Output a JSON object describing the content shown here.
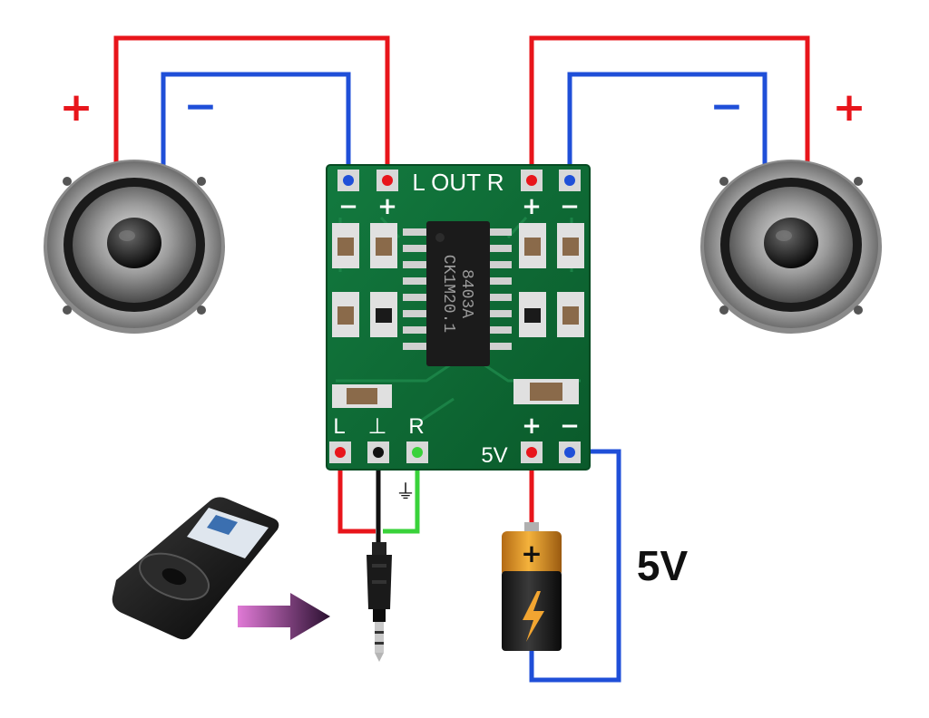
{
  "board": {
    "label_out": "L OUT R",
    "pin_left_minus": "−",
    "pin_left_plus": "+",
    "pin_right_plus": "+",
    "pin_right_minus": "−",
    "input_l": "L",
    "input_gnd": "⊥",
    "input_r": "R",
    "supply_label": "5V",
    "supply_plus": "+",
    "supply_minus": "−",
    "chip_line1": "8403A",
    "chip_line2": "CK1M20.1"
  },
  "speakers": {
    "left_plus": "+",
    "left_minus": "−",
    "right_plus": "+",
    "right_minus": "−"
  },
  "power": {
    "voltage_label": "5V",
    "battery_plus": "+",
    "ground_symbol": "⏚"
  },
  "colors": {
    "positive_wire": "#e8151b",
    "negative_wire": "#1f4fd8",
    "right_channel_wire": "#39d23a",
    "ground_wire": "#111111",
    "pcb": "#0e6b35",
    "arrow": "#7a2a6a"
  }
}
